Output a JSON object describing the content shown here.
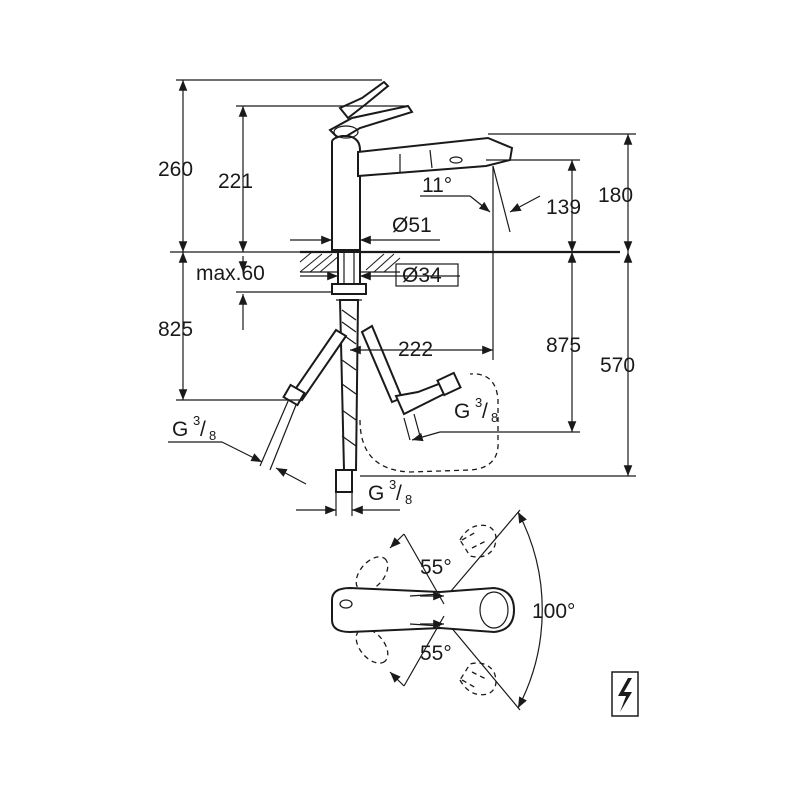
{
  "dimensions": {
    "h260": "260",
    "h221": "221",
    "h180": "180",
    "h139": "139",
    "angle11": "11°",
    "d51": "Ø51",
    "max60": "max.60",
    "d34": "Ø34",
    "h825": "825",
    "w222": "222",
    "h875": "875",
    "h570": "570",
    "angle55_top": "55°",
    "angle55_bottom": "55°",
    "angle100": "100°"
  },
  "threads": {
    "left": {
      "main": "G",
      "num": "3",
      "den": "8"
    },
    "right": {
      "main": "G",
      "num": "3",
      "den": "8"
    },
    "bottom": {
      "main": "G",
      "num": "3",
      "den": "8"
    }
  },
  "icons": {
    "electric": "lightning-bolt-icon"
  }
}
